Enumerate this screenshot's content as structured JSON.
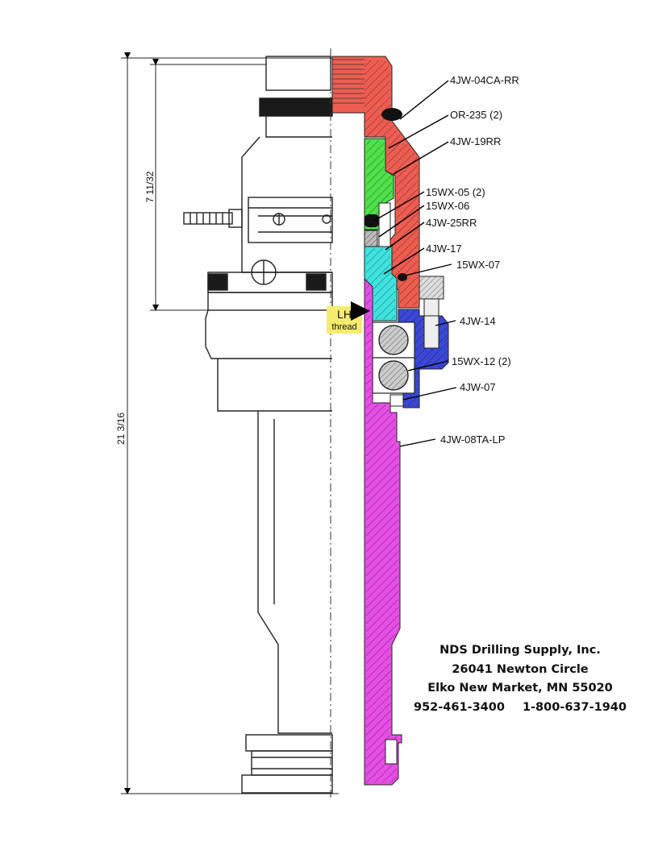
{
  "dimensions": {
    "overall": "21  3/16",
    "upper": "7  11/32"
  },
  "callout": {
    "line1": "LH",
    "line2": "thread",
    "color": "#f5ec6f"
  },
  "part_labels": [
    "4JW-04CA-RR",
    "OR-235 (2)",
    "4JW-19RR",
    "15WX-05 (2)",
    "15WX-06",
    "4JW-25RR",
    "4JW-17",
    "15WX-07",
    "4JW-14",
    "15WX-12 (2)",
    "4JW-07",
    "4JW-08TA-LP"
  ],
  "part_colors": {
    "4JW-04CA-RR": "#ee5d52",
    "4JW-19RR": "#4fe04a",
    "4JW-17": "#3fe3e0",
    "4JW-14": "#3b47d6",
    "4JW-08TA-LP": "#e64ee6"
  },
  "company": {
    "name": "NDS Drilling Supply, Inc.",
    "street": "26041 Newton Circle",
    "city": "Elko New Market, MN 55020",
    "phone": "952-461-3400",
    "tollfree": "1-800-637-1940"
  }
}
